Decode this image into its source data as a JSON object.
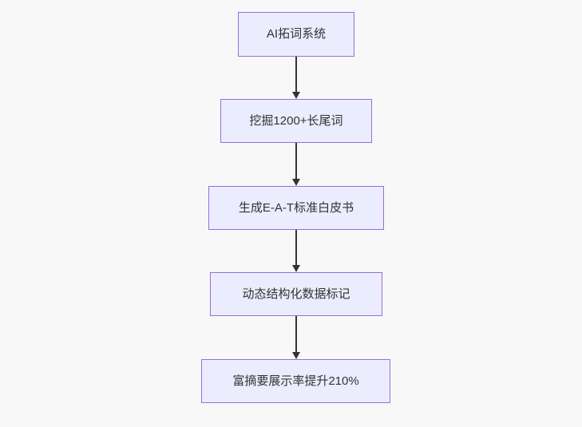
{
  "diagram": {
    "type": "flowchart",
    "direction": "top-down",
    "nodes": [
      {
        "id": "A",
        "label": "AI拓词系统"
      },
      {
        "id": "B",
        "label": "挖掘1200+长尾词"
      },
      {
        "id": "C",
        "label": "生成E-A-T标准白皮书"
      },
      {
        "id": "D",
        "label": "动态结构化数据标记"
      },
      {
        "id": "E",
        "label": "富摘要展示率提升210%"
      }
    ],
    "edges": [
      {
        "from": "A",
        "to": "B"
      },
      {
        "from": "B",
        "to": "C"
      },
      {
        "from": "C",
        "to": "D"
      },
      {
        "from": "D",
        "to": "E"
      }
    ],
    "colors": {
      "node_fill": "#ECECFF",
      "node_border": "#9370DB",
      "arrow": "#333333",
      "text": "#333333",
      "background": "#f8f8f8"
    }
  }
}
